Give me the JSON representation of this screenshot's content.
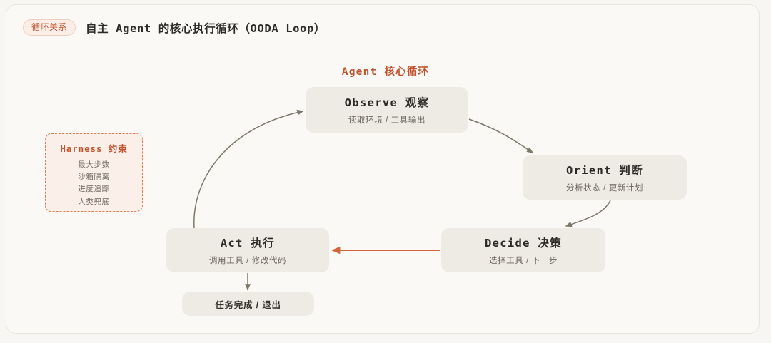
{
  "header": {
    "badge": "循环关系",
    "title": "自主 Agent 的核心执行循环（OODA Loop）"
  },
  "diagram": {
    "loop_title": "Agent 核心循环",
    "nodes": {
      "observe": {
        "title": "Observe 观察",
        "subtitle": "读取环境 / 工具输出"
      },
      "orient": {
        "title": "Orient 判断",
        "subtitle": "分析状态 / 更新计划"
      },
      "decide": {
        "title": "Decide 决策",
        "subtitle": "选择工具 / 下一步"
      },
      "act": {
        "title": "Act 执行",
        "subtitle": "调用工具 / 修改代码"
      },
      "exit": {
        "title": "任务完成 / 退出"
      }
    },
    "harness": {
      "title": "Harness 约束",
      "items": [
        "最大步数",
        "沙箱隔离",
        "进度追踪",
        "人类兜底"
      ]
    }
  },
  "colors": {
    "page_background": "#f7f6f2",
    "card_background": "#faf9f5",
    "node_fill": "#edebe4",
    "node_border": "#8c8578",
    "accent": "#c2522e",
    "arrow_neutral": "#7d776a",
    "arrow_accent": "#d4653c",
    "harness_fill": "#fbefe9",
    "harness_border": "#de7b52"
  }
}
